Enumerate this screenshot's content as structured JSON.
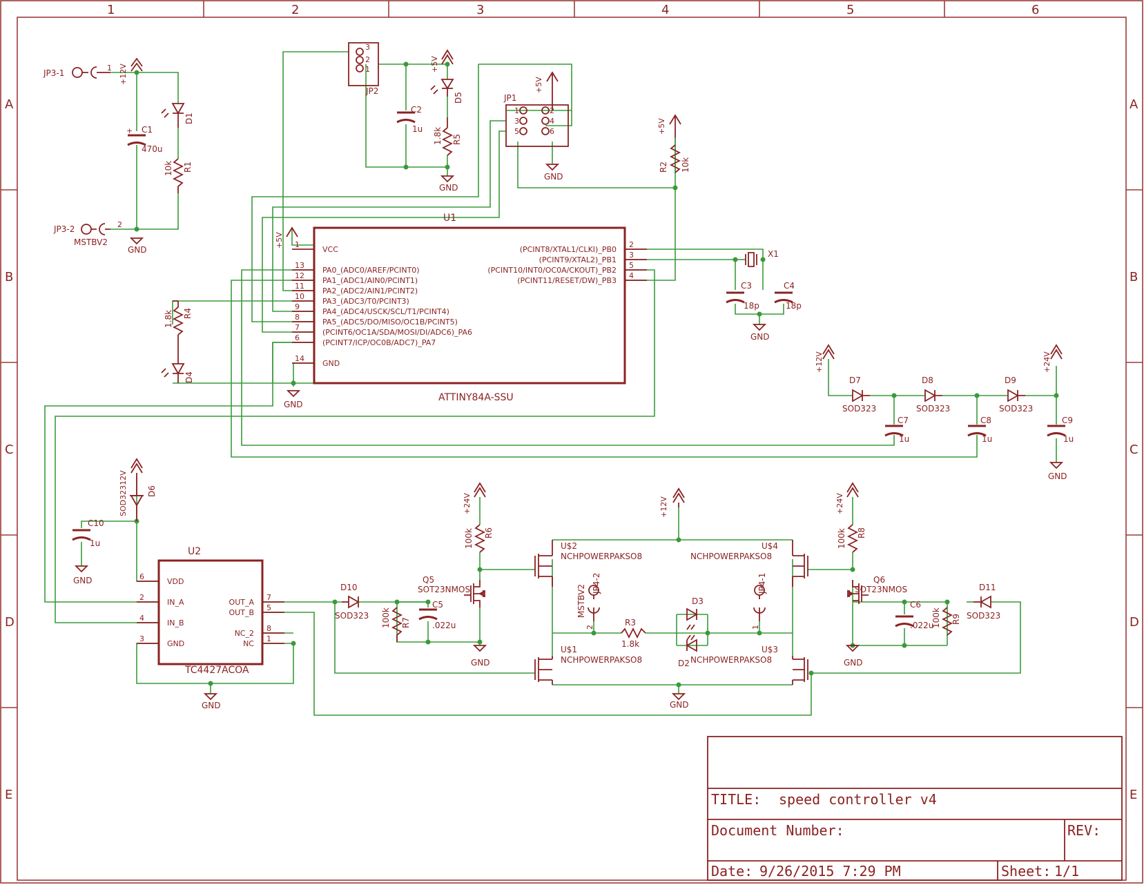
{
  "grid": {
    "columns": [
      "1",
      "2",
      "3",
      "4",
      "5",
      "6"
    ],
    "rows": [
      "A",
      "B",
      "C",
      "D",
      "E"
    ]
  },
  "title_block": {
    "title_label": "TITLE:",
    "title_value": "speed controller v4",
    "doc_label": "Document Number:",
    "rev_label": "REV:",
    "date_label": "Date:",
    "date_value": "9/26/2015 7:29 PM",
    "sheet_label": "Sheet:",
    "sheet_value": "1/1"
  },
  "u1": {
    "name": "U1",
    "value": "ATTINY84A-SSU",
    "left_pins": [
      {
        "num": "1",
        "label": "VCC"
      },
      {
        "num": "13",
        "label": "PA0_(ADC0/AREF/PCINT0)"
      },
      {
        "num": "12",
        "label": "PA1_(ADC1/AIN0/PCINT1)"
      },
      {
        "num": "11",
        "label": "PA2_(ADC2/AIN1/PCINT2)"
      },
      {
        "num": "10",
        "label": "PA3_(ADC3/T0/PCINT3)"
      },
      {
        "num": "9",
        "label": "PA4_(ADC4/USCK/SCL/T1/PCINT4)"
      },
      {
        "num": "8",
        "label": "PA5_(ADC5/DO/MISO/OC1B/PCINT5)"
      },
      {
        "num": "7",
        "label": "(PCINT6/OC1A/SDA/MOSI/DI/ADC6)_PA6"
      },
      {
        "num": "6",
        "label": "(PCINT7/ICP/OC0B/ADC7)_PA7"
      },
      {
        "num": "14",
        "label": "GND"
      }
    ],
    "right_pins": [
      {
        "num": "2",
        "label": "(PCINT8/XTAL1/CLKI)_PB0"
      },
      {
        "num": "3",
        "label": "(PCINT9/XTAL2)_PB1"
      },
      {
        "num": "5",
        "label": "(PCINT10/INT0/OC0A/CKOUT)_PB2"
      },
      {
        "num": "4",
        "label": "(PCINT11/RESET/DW)_PB3"
      }
    ]
  },
  "u2": {
    "name": "U2",
    "value": "TC4427ACOA",
    "left_pins": [
      {
        "num": "6",
        "label": "VDD"
      },
      {
        "num": "2",
        "label": "IN_A"
      },
      {
        "num": "4",
        "label": "IN_B"
      },
      {
        "num": "3",
        "label": "GND"
      }
    ],
    "right_pins": [
      {
        "num": "7",
        "label": "OUT_A"
      },
      {
        "num": "5",
        "label": "OUT_B"
      },
      {
        "num": "8",
        "label": "NC_2"
      },
      {
        "num": "1",
        "label": "NC"
      }
    ]
  },
  "labels": {
    "jp3_1": "JP3-1",
    "jp3_2": "JP3-2",
    "mstbv2": "MSTBV2",
    "p12v": "+12V",
    "p5v": "+5V",
    "p24v": "+24V",
    "gnd": "GND",
    "jp2": "JP2",
    "jp1": "JP1",
    "c1": "C1",
    "c1v": "470u",
    "c2": "C2",
    "c2v": "1u",
    "d1": "D1",
    "d4": "D4",
    "d5": "D5",
    "d6": "D6",
    "d2": "D2",
    "d3": "D3",
    "r1": "R1",
    "r1v": "10k",
    "r2": "R2",
    "r2v": "10k",
    "r3": "R3",
    "r3v": "1.8k",
    "r4": "R4",
    "r4v": "1.8k",
    "r5": "R5",
    "r5v": "1.8k",
    "r6": "R6",
    "r6v": "100k",
    "r7": "R7",
    "r7v": "100k",
    "r8": "R8",
    "r8v": "100k",
    "r9": "R9",
    "r9v": "100k",
    "x1": "X1",
    "c3": "C3",
    "c4": "C4",
    "c18p": "18p",
    "d7": "D7",
    "d8": "D8",
    "d9": "D9",
    "d10": "D10",
    "d11": "D11",
    "sod323": "SOD323",
    "sod32312v": "SOD32312V",
    "c7": "C7",
    "c8": "C8",
    "c9": "C9",
    "c10": "C10",
    "c1u": "1u",
    "c5": "C5",
    "c6": "C6",
    "c022": ".022u",
    "q5": "Q5",
    "q6": "Q6",
    "sot": "SOT23NMOS",
    "us1": "U$1",
    "us2": "U$2",
    "us3": "U$3",
    "us4": "U$4",
    "npak": "NCHPOWERPAKSO8",
    "jp4_1": "JP4-1",
    "jp4_2": "JP4-2",
    "pin1": "1",
    "pin2": "2",
    "pin3": "3",
    "pin4": "4",
    "pin5": "5",
    "pin6": "6"
  }
}
